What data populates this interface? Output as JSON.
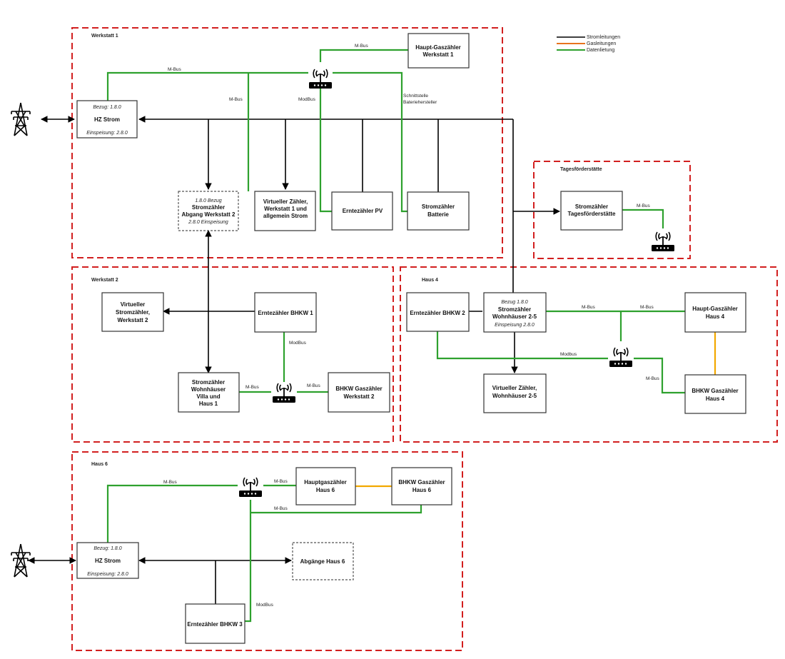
{
  "colors": {
    "power": "#000000",
    "gas": "#f2a800",
    "data": "#2ea12e",
    "zone_border": "#d21f1f"
  },
  "legend": {
    "power": "Stromleitungen",
    "gas": "Gasleitungen",
    "data": "Datenlietung"
  },
  "zones": {
    "werkstatt1": "Werkstatt 1",
    "tagesfoerderstaette": "Tagesförderstätte",
    "werkstatt2": "Werkstatt 2",
    "haus4": "Haus 4",
    "haus6": "Haus 6"
  },
  "nodes": {
    "hz_strom_1": {
      "top": "Bezug: 1.8.0",
      "title": "HZ Strom",
      "bottom": "Einspeisung: 2.8.0"
    },
    "haupt_gas_w1": {
      "lines": [
        "Haupt-Gaszähler",
        "Werkstatt 1"
      ]
    },
    "strom_abgang_w2": {
      "top": "1.8.0 Bezug",
      "lines": [
        "Stromzähler",
        "Abgang Werkstatt 2"
      ],
      "bottom": "2.8.0 Einspeisung"
    },
    "virt_w1": {
      "lines": [
        "Virtueller Zähler,",
        "Werkstatt 1 und",
        "allgemein Strom"
      ]
    },
    "ernte_pv": {
      "lines": [
        "Erntezähler PV"
      ]
    },
    "strom_batterie": {
      "lines": [
        "Stromzähler",
        "Batterie"
      ]
    },
    "strom_tages": {
      "lines": [
        "Stromzähler",
        "Tagesförderstätte"
      ]
    },
    "virt_w2": {
      "lines": [
        "Virtueller",
        "Stromzähler,",
        "Werkstatt 2"
      ]
    },
    "ernte_bhkw1": {
      "lines": [
        "Erntezähler BHKW 1"
      ]
    },
    "strom_villa": {
      "lines": [
        "Stromzähler",
        "Wohnhäuser",
        "Villa und",
        "Haus 1"
      ]
    },
    "bhkw_gas_w2": {
      "lines": [
        "BHKW Gaszähler",
        "Werkstatt 2"
      ]
    },
    "ernte_bhkw2": {
      "lines": [
        "Erntezähler BHKW 2"
      ]
    },
    "strom_wohn25": {
      "top": "Bezug 1.8.0",
      "lines": [
        "Stromzähler",
        "Wohnhäuser 2-5"
      ],
      "bottom": "Einspeisung 2.8.0"
    },
    "haupt_gas_h4": {
      "lines": [
        "Haupt-Gaszähler",
        "Haus 4"
      ]
    },
    "virt_wohn25": {
      "lines": [
        "Virtueller Zähler,",
        "Wohnhäuser 2-5"
      ]
    },
    "bhkw_gas_h4": {
      "lines": [
        "BHKW Gaszähler",
        "Haus 4"
      ]
    },
    "hauptgas_h6": {
      "lines": [
        "Hauptgaszähler",
        "Haus 6"
      ]
    },
    "bhkw_gas_h6": {
      "lines": [
        "BHKW Gaszähler",
        "Haus 6"
      ]
    },
    "hz_strom_6": {
      "top": "Bezug: 1.8.0",
      "title": "HZ Strom",
      "bottom": "Einspeisung: 2.8.0"
    },
    "abgaenge_h6": {
      "lines": [
        "Abgänge Haus 6"
      ]
    },
    "ernte_bhkw3": {
      "lines": [
        "Erntezähler BHKW 3"
      ]
    }
  },
  "edge_labels": {
    "w1_mbus_gas": "M-Bus",
    "w1_mbus_hz": "M-Bus",
    "w1_mbus_abgang": "M-Bus",
    "w1_modbus": "ModBus",
    "w1_schnittstelle_1": "Schnittstelle",
    "w1_schnittstelle_2": "Bateriehersteller",
    "tages_mbus": "M-Bus",
    "w2_modbus": "ModBus",
    "w2_mbus_left": "M-Bus",
    "w2_mbus_right": "M-Bus",
    "h4_mbus_1": "M-Bus",
    "h4_mbus_2": "M-Bus",
    "h4_modbus": "Modbus",
    "h4_mbus_3": "M-Bus",
    "h6_mbus_hz": "M-Bus",
    "h6_mbus_gas": "M-Bus",
    "h6_mbus_bhkw": "M-Bus",
    "h6_modbus": "ModBus"
  },
  "icons": {
    "pylon": "transmission-tower-icon",
    "gateway": "wireless-router-icon"
  }
}
